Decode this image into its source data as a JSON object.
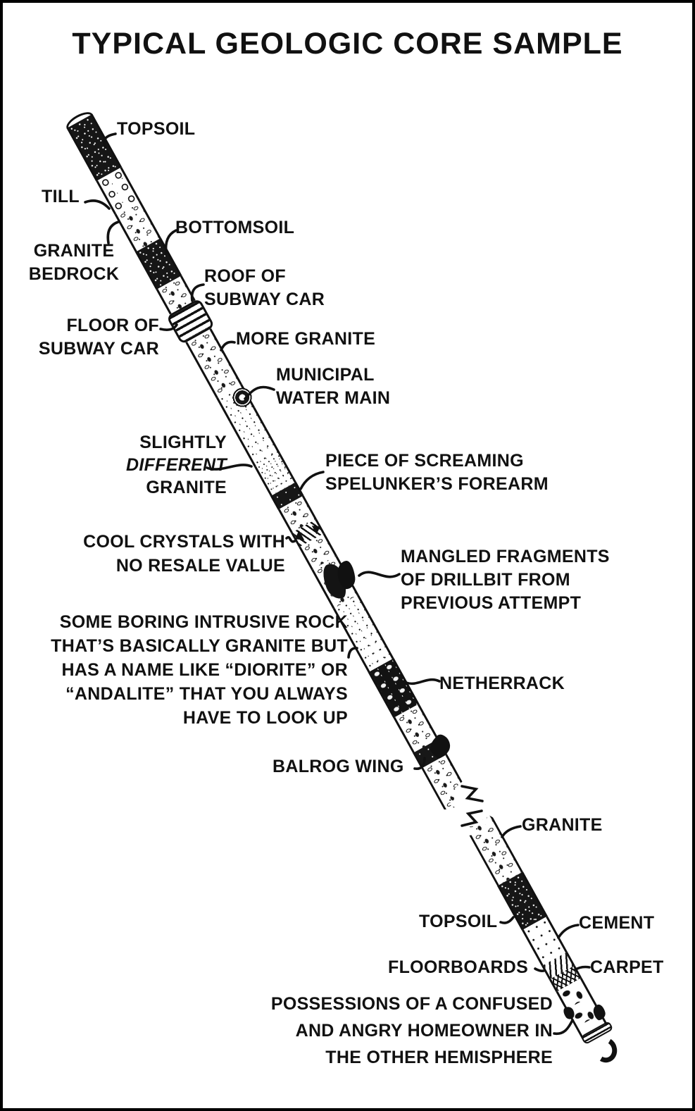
{
  "title": "TYPICAL GEOLOGIC CORE SAMPLE",
  "colors": {
    "ink": "#111111",
    "paper": "#ffffff"
  },
  "labels": {
    "topsoil_top": {
      "lines": [
        "TOPSOIL"
      ]
    },
    "till": {
      "lines": [
        "TILL"
      ]
    },
    "bottomsoil": {
      "lines": [
        "BOTTOMSOIL"
      ]
    },
    "granite_bedrock": {
      "lines": [
        "GRANITE",
        "BEDROCK"
      ]
    },
    "roof_of_subway_car": {
      "lines": [
        "ROOF OF",
        "SUBWAY CAR"
      ]
    },
    "floor_of_subway_car": {
      "lines": [
        "FLOOR OF",
        "SUBWAY CAR"
      ]
    },
    "more_granite": {
      "lines": [
        "MORE GRANITE"
      ]
    },
    "municipal_water_main": {
      "lines": [
        "MUNICIPAL",
        "WATER MAIN"
      ]
    },
    "slightly_different_granite": {
      "lines": [
        "SLIGHTLY",
        "DIFFERENT",
        "GRANITE"
      ]
    },
    "spelunker_forearm": {
      "lines": [
        "PIECE OF SCREAMING",
        "SPELUNKER’S FOREARM"
      ]
    },
    "cool_crystals": {
      "lines": [
        "COOL CRYSTALS WITH",
        "NO RESALE VALUE"
      ]
    },
    "drillbit_fragments": {
      "lines": [
        "MANGLED FRAGMENTS",
        "OF DRILLBIT FROM",
        "PREVIOUS ATTEMPT"
      ]
    },
    "intrusive_rock": {
      "lines": [
        "SOME BORING INTRUSIVE ROCK",
        "THAT’S BASICALLY GRANITE BUT",
        "HAS A NAME LIKE “DIORITE” OR",
        "“ANDALITE” THAT YOU ALWAYS",
        "HAVE TO LOOK UP"
      ]
    },
    "netherrack": {
      "lines": [
        "NETHERRACK"
      ]
    },
    "balrog_wing": {
      "lines": [
        "BALROG WING"
      ]
    },
    "granite_lower": {
      "lines": [
        "GRANITE"
      ]
    },
    "topsoil_lower": {
      "lines": [
        "TOPSOIL"
      ]
    },
    "cement": {
      "lines": [
        "CEMENT"
      ]
    },
    "floorboards": {
      "lines": [
        "FLOORBOARDS"
      ]
    },
    "carpet": {
      "lines": [
        "CARPET"
      ]
    },
    "possessions": {
      "lines": [
        "POSSESSIONS OF A CONFUSED",
        "AND ANGRY HOMEOWNER IN",
        "THE OTHER HEMISPHERE"
      ]
    }
  },
  "core_sample": {
    "upper_rod_segments": [
      "topsoil",
      "till",
      "granite bedrock",
      "bottomsoil",
      "granite",
      "crushed subway car (roof to floor)",
      "more granite",
      "municipal water main",
      "granite",
      "slightly different granite",
      "piece of screaming spelunker's forearm",
      "granite",
      "cool crystals with no resale value",
      "granite",
      "mangled fragments of drillbit from previous attempt",
      "boring intrusive rock (diorite / andalite)",
      "netherrack",
      "granite",
      "balrog wing",
      "granite (broken end)"
    ],
    "lower_rod_segments": [
      "granite (broken end)",
      "topsoil",
      "cement",
      "floorboards",
      "carpet",
      "possessions of a confused and angry homeowner in the other hemisphere"
    ]
  }
}
